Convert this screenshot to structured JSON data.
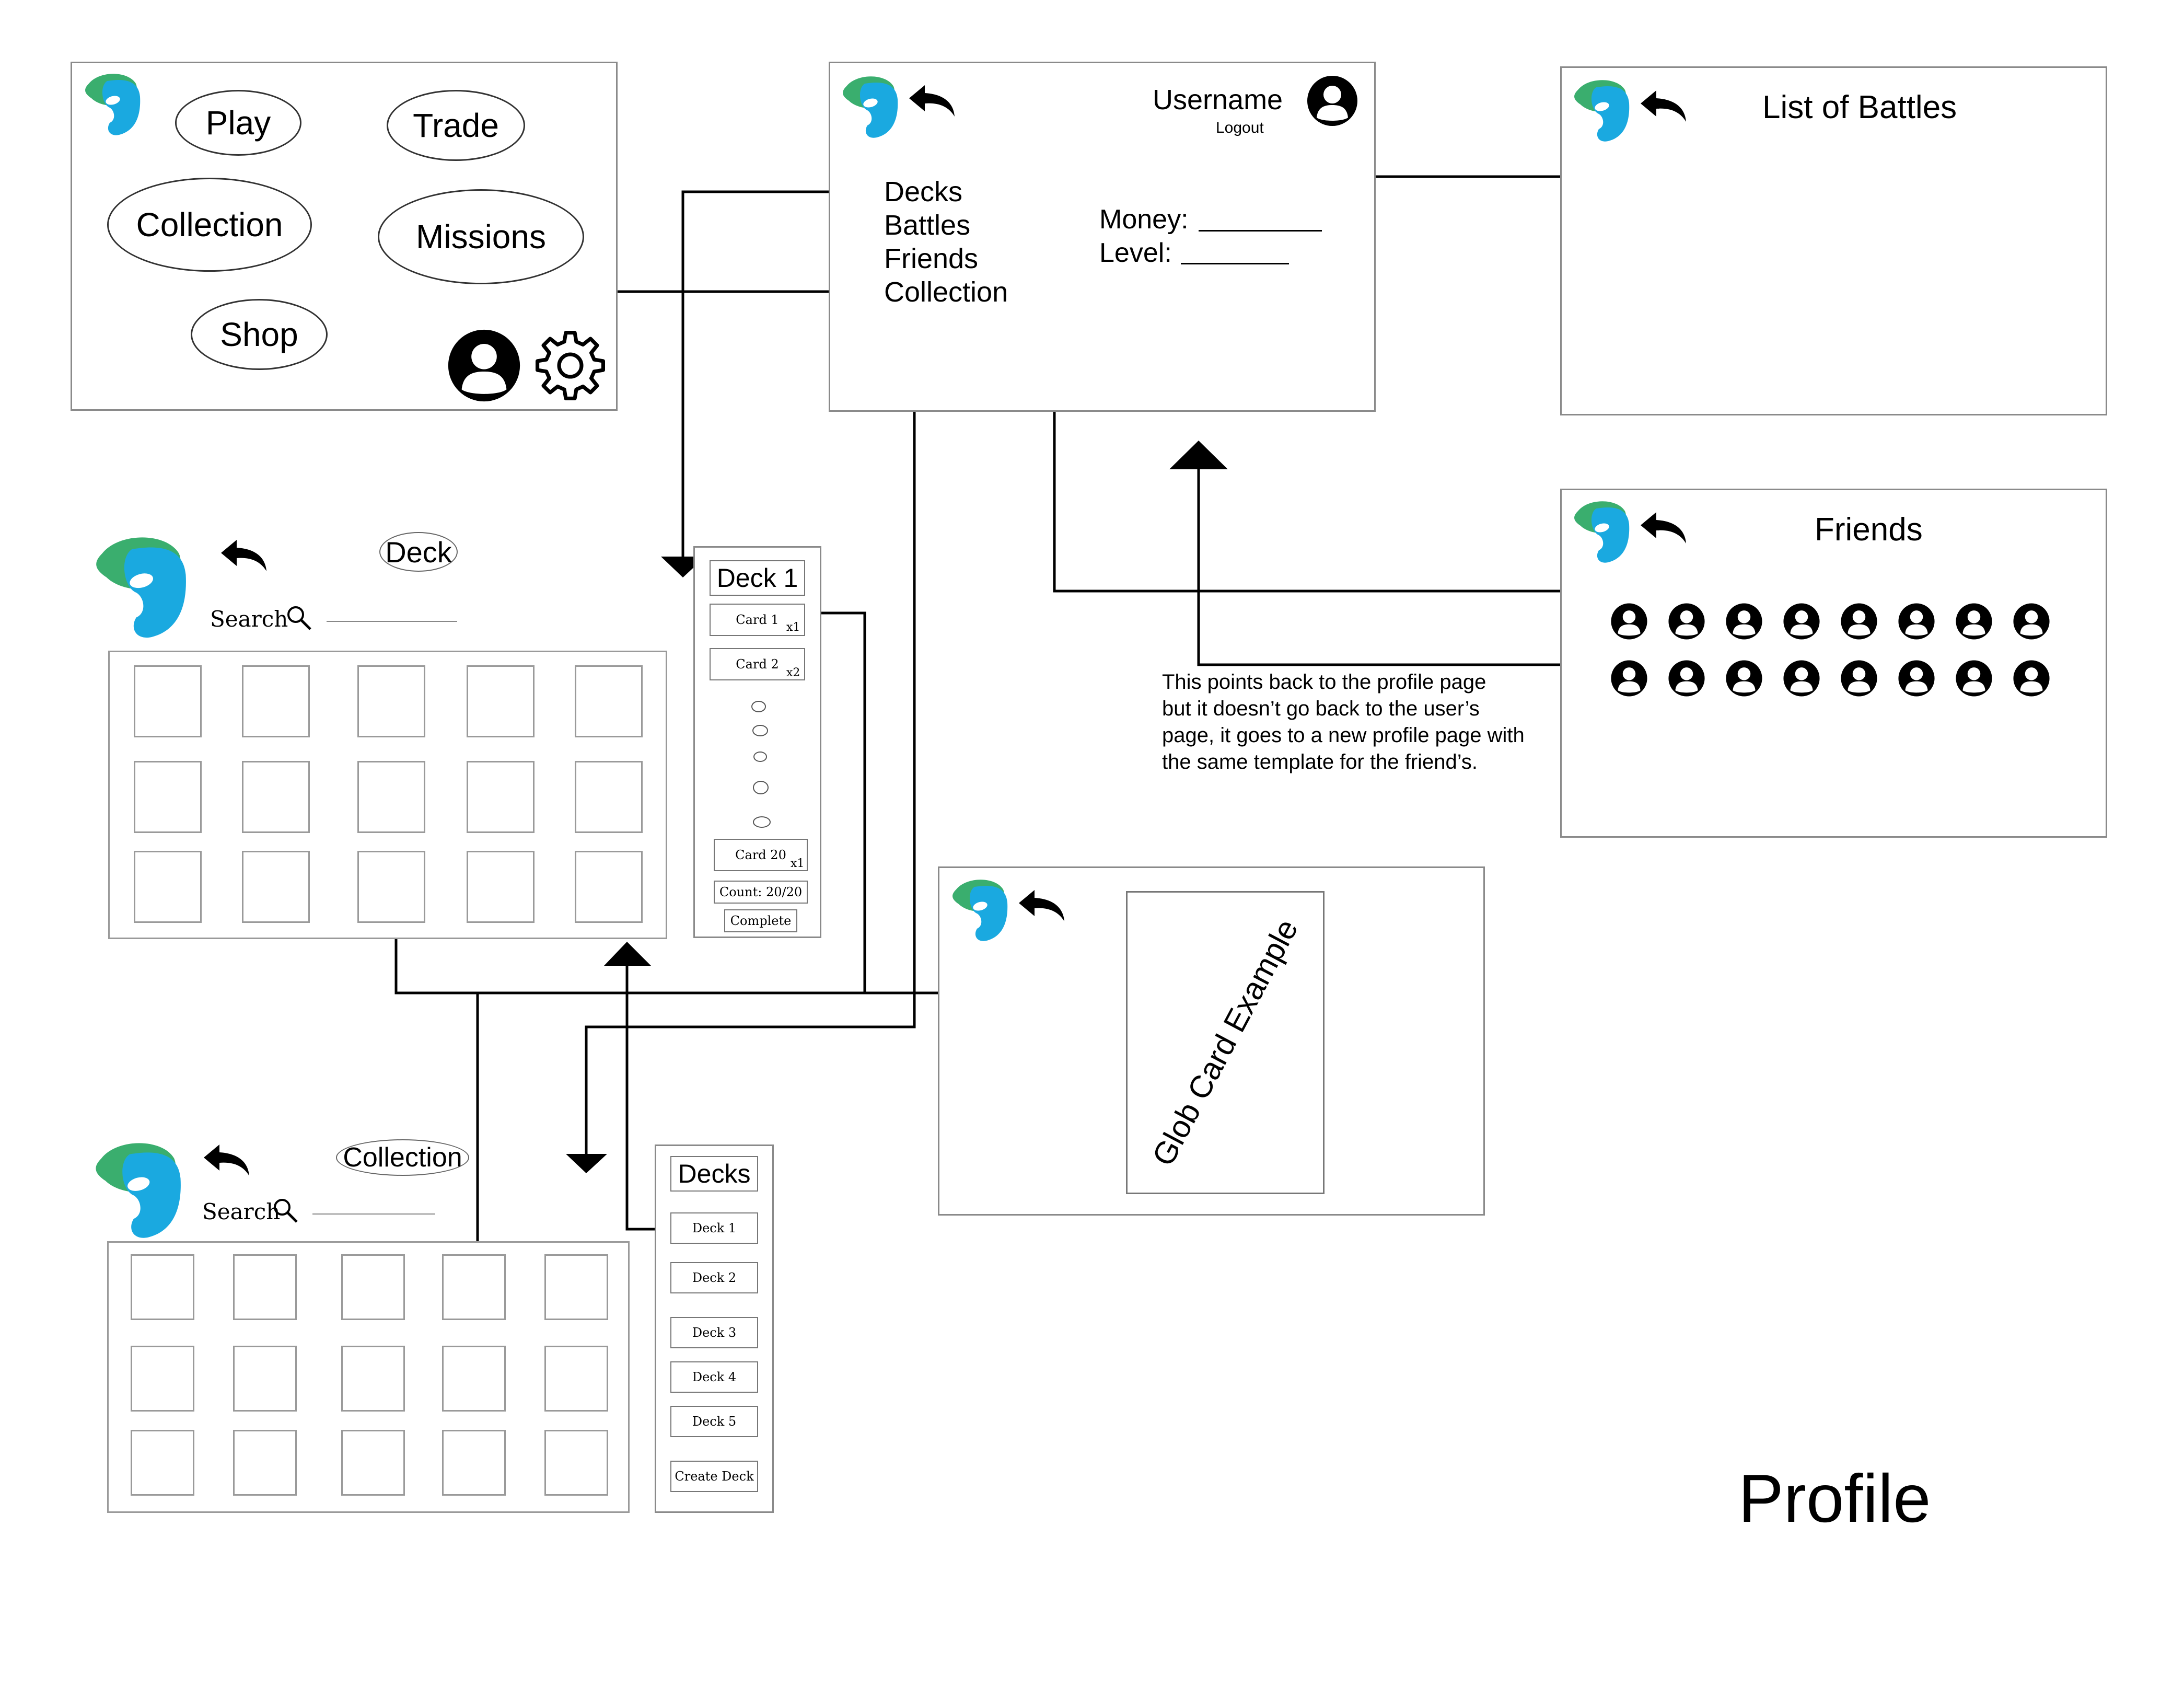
{
  "main_menu": {
    "play": "Play",
    "trade": "Trade",
    "collection": "Collection",
    "missions": "Missions",
    "shop": "Shop"
  },
  "profile_page": {
    "username": "Username",
    "logout": "Logout",
    "menu": [
      "Decks",
      "Battles",
      "Friends",
      "Collection"
    ],
    "money_label": "Money:",
    "level_label": "Level:"
  },
  "battles_page": {
    "title": "List of Battles"
  },
  "friends_page": {
    "title": "Friends",
    "avatar_rows": 2,
    "avatars_per_row": 8
  },
  "annotation": {
    "lines": [
      "This points back to the profile page",
      "but it doesn’t go back to the user’s",
      "page, it goes to a new profile page with",
      "the same template for the friend’s."
    ]
  },
  "deck_page": {
    "title": "Deck",
    "search": "Search",
    "panel_title": "Deck 1",
    "cards": [
      {
        "name": "Card 1",
        "qty": "x1"
      },
      {
        "name": "Card 2",
        "qty": "x2"
      },
      {
        "name": "Card 20",
        "qty": "x1"
      }
    ],
    "count": "Count: 20/20",
    "complete": "Complete"
  },
  "collection_page": {
    "title": "Collection",
    "search": "Search",
    "panel_title": "Decks",
    "decks": [
      "Deck 1",
      "Deck 2",
      "Deck 3",
      "Deck 4",
      "Deck 5"
    ],
    "create": "Create Deck"
  },
  "card_page": {
    "card_text": "Glob Card Example"
  },
  "page_label": "Profile",
  "colors": {
    "logo_green": "#3aae6e",
    "logo_blue": "#1aa9e0",
    "frame": "#8a8a8a"
  }
}
